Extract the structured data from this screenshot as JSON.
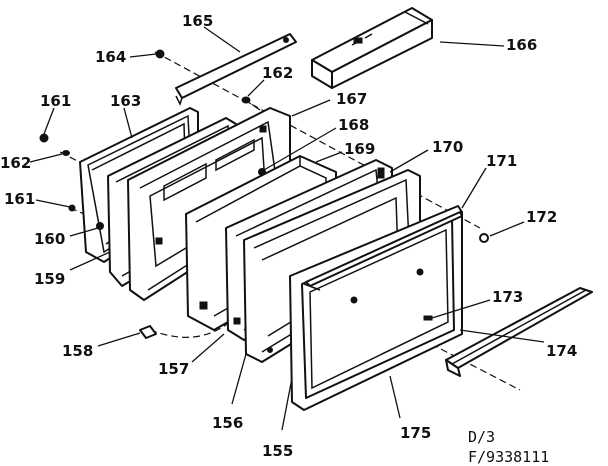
{
  "parts": [
    {
      "id": "p155",
      "number": "155"
    },
    {
      "id": "p156",
      "number": "156"
    },
    {
      "id": "p157",
      "number": "157"
    },
    {
      "id": "p158",
      "number": "158"
    },
    {
      "id": "p159",
      "number": "159"
    },
    {
      "id": "p160",
      "number": "160"
    },
    {
      "id": "p161a",
      "number": "161"
    },
    {
      "id": "p161b",
      "number": "161"
    },
    {
      "id": "p162a",
      "number": "162"
    },
    {
      "id": "p162b",
      "number": "162"
    },
    {
      "id": "p163",
      "number": "163"
    },
    {
      "id": "p164",
      "number": "164"
    },
    {
      "id": "p165",
      "number": "165"
    },
    {
      "id": "p166",
      "number": "166"
    },
    {
      "id": "p167",
      "number": "167"
    },
    {
      "id": "p168",
      "number": "168"
    },
    {
      "id": "p169",
      "number": "169"
    },
    {
      "id": "p170",
      "number": "170"
    },
    {
      "id": "p171",
      "number": "171"
    },
    {
      "id": "p172",
      "number": "172"
    },
    {
      "id": "p173",
      "number": "173"
    },
    {
      "id": "p174",
      "number": "174"
    },
    {
      "id": "p175",
      "number": "175"
    }
  ],
  "footer": {
    "line1": "D/3",
    "line2": "F/9338111"
  }
}
